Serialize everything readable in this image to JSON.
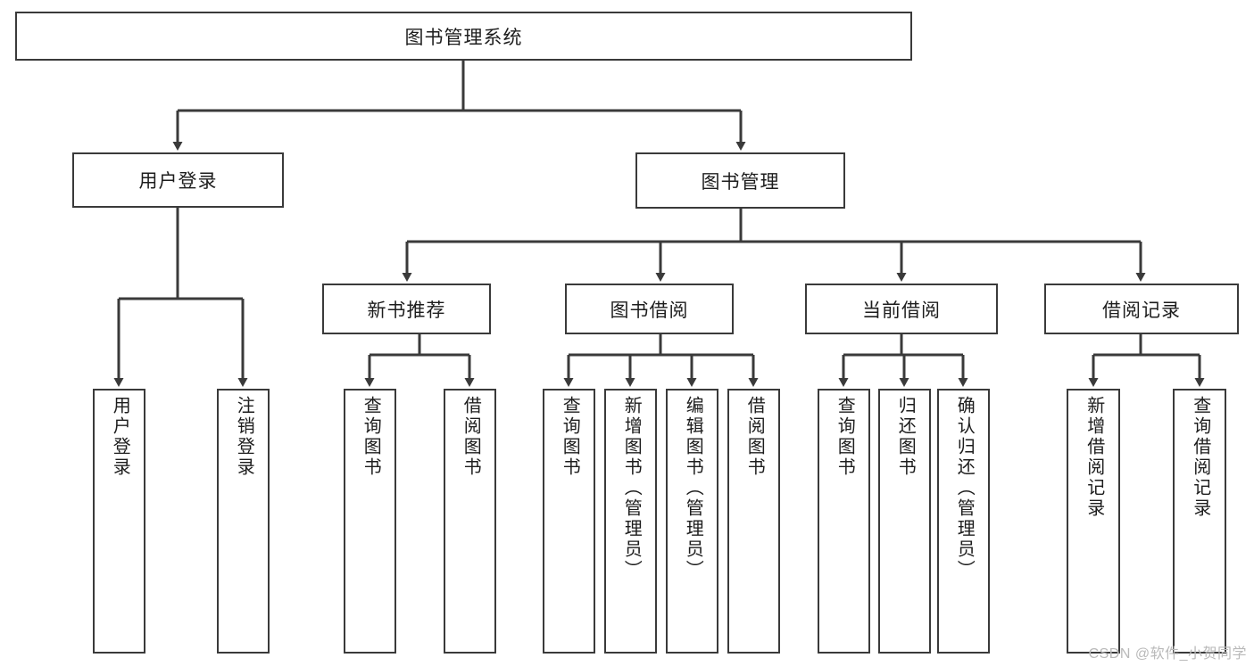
{
  "diagram": {
    "type": "tree-hierarchy-chart",
    "title": "图书管理系统",
    "root": {
      "id": "root",
      "label": "图书管理系统",
      "level": 0
    },
    "level1": [
      {
        "id": "user-login",
        "label": "用户登录"
      },
      {
        "id": "book-management",
        "label": "图书管理"
      }
    ],
    "level2": [
      {
        "id": "new-book-recommend",
        "label": "新书推荐",
        "parent": "book-management"
      },
      {
        "id": "book-borrow",
        "label": "图书借阅",
        "parent": "book-management"
      },
      {
        "id": "current-borrow",
        "label": "当前借阅",
        "parent": "book-management"
      },
      {
        "id": "borrow-record",
        "label": "借阅记录",
        "parent": "book-management"
      }
    ],
    "leaves": [
      {
        "id": "leaf-user-login",
        "label": "用户登录",
        "parent": "user-login"
      },
      {
        "id": "leaf-logout-login",
        "label": "注销登录",
        "parent": "user-login"
      },
      {
        "id": "leaf-query-book-1",
        "label": "查询图书",
        "parent": "new-book-recommend"
      },
      {
        "id": "leaf-borrow-book-1",
        "label": "借阅图书",
        "parent": "new-book-recommend"
      },
      {
        "id": "leaf-query-book-2",
        "label": "查询图书",
        "parent": "book-borrow"
      },
      {
        "id": "leaf-add-book",
        "label": "新增图书（管理员）",
        "parent": "book-borrow"
      },
      {
        "id": "leaf-edit-book",
        "label": "编辑图书（管理员）",
        "parent": "book-borrow"
      },
      {
        "id": "leaf-borrow-book-2",
        "label": "借阅图书",
        "parent": "book-borrow"
      },
      {
        "id": "leaf-query-book-3",
        "label": "查询图书",
        "parent": "current-borrow"
      },
      {
        "id": "leaf-return-book",
        "label": "归还图书",
        "parent": "current-borrow"
      },
      {
        "id": "leaf-confirm-return",
        "label": "确认归还（管理员）",
        "parent": "current-borrow"
      },
      {
        "id": "leaf-add-record",
        "label": "新增借阅记录",
        "parent": "borrow-record"
      },
      {
        "id": "leaf-query-record",
        "label": "查询借阅记录",
        "parent": "borrow-record"
      }
    ],
    "colors": {
      "stroke": "#3a3a3a",
      "fill": "#ffffff",
      "text": "#1d1d1d",
      "watermark": "#b9b9b9"
    }
  },
  "watermark": {
    "text": "CSDN @软件_小贺同学"
  }
}
